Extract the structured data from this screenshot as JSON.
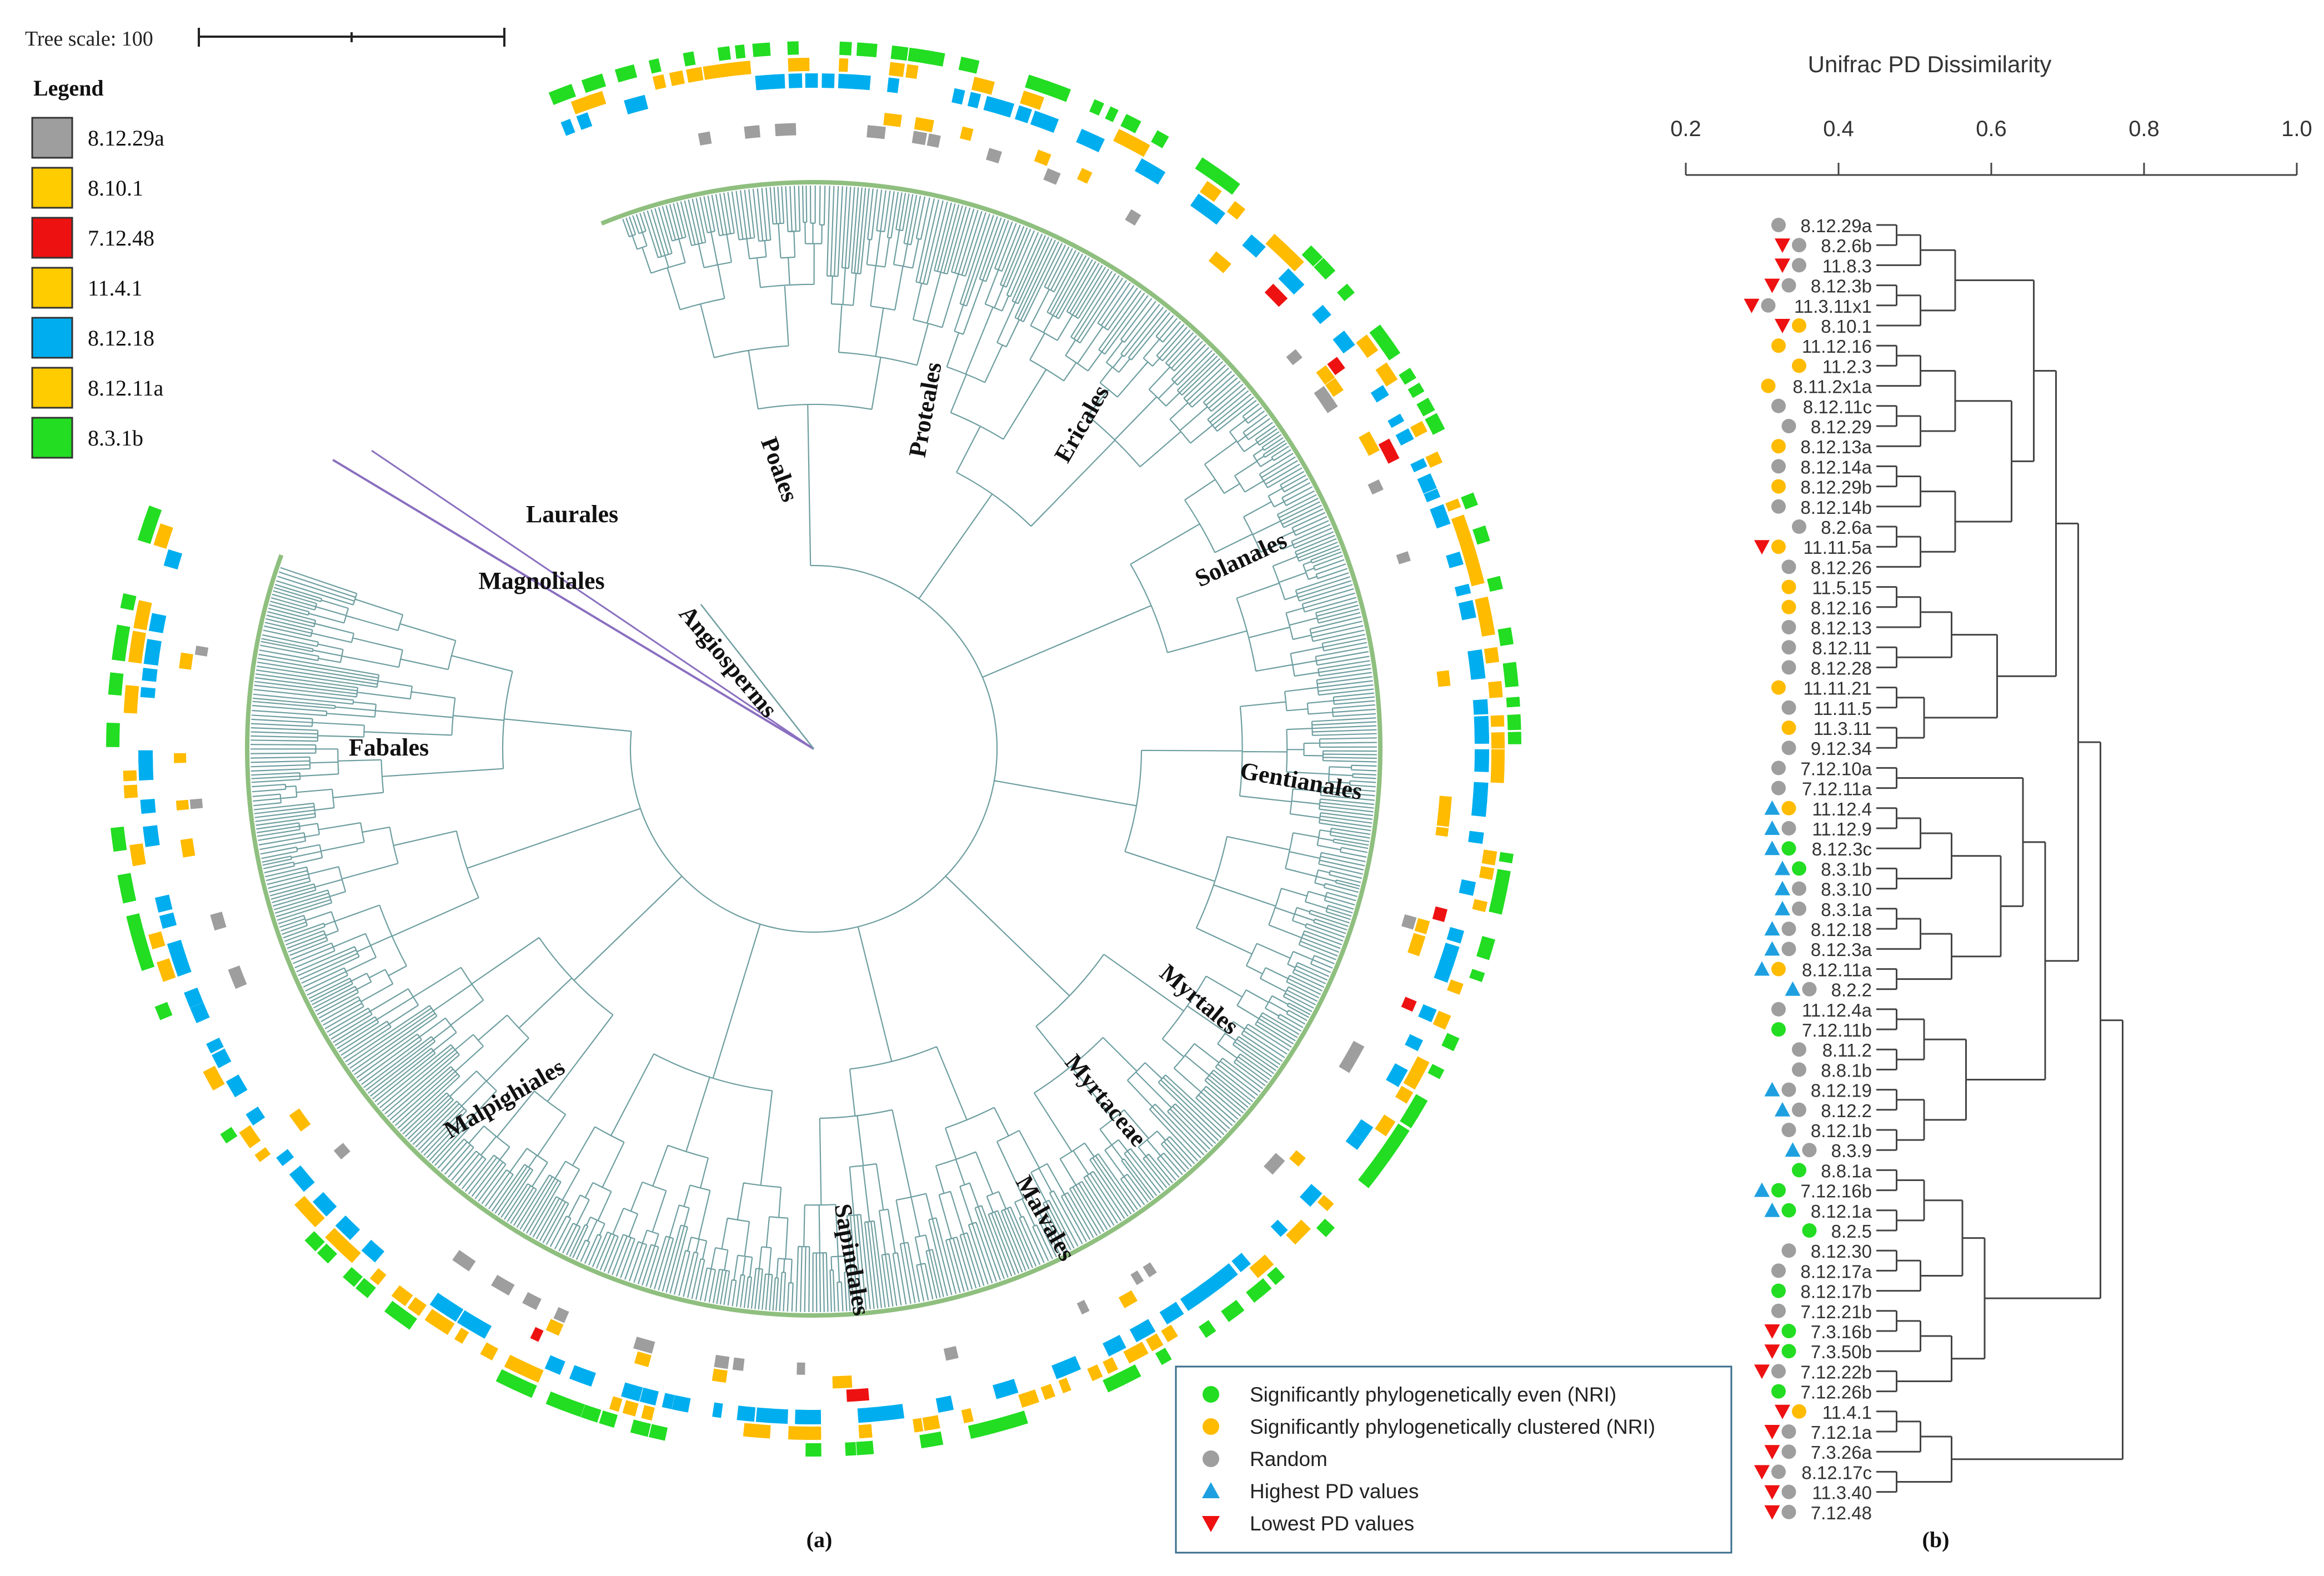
{
  "tree_scale": {
    "label": "Tree scale: 100"
  },
  "legend": {
    "title": "Legend",
    "items": [
      {
        "label": "8.12.29a",
        "color": "#9e9e9e"
      },
      {
        "label": "8.10.1",
        "color": "#ffcc00"
      },
      {
        "label": "7.12.48",
        "color": "#ee1111"
      },
      {
        "label": "11.4.1",
        "color": "#ffcc00"
      },
      {
        "label": "8.12.18",
        "color": "#00aeef"
      },
      {
        "label": "8.12.11a",
        "color": "#ffcc00"
      },
      {
        "label": "8.3.1b",
        "color": "#22dd22"
      }
    ]
  },
  "clades": [
    "Laurales",
    "Magnoliales",
    "Poales",
    "Proteales",
    "Ericales",
    "Solanales",
    "Gentianales",
    "Myrtales",
    "Myrtaceae",
    "Malvales",
    "Sapindales",
    "Malpighiales",
    "Fabales",
    "Angiosperms"
  ],
  "panel_a_label": "(a)",
  "panel_b_label": "(b)",
  "dendrogram": {
    "title": "Unifrac PD Dissimilarity",
    "ticks": [
      "0.2",
      "0.4",
      "0.6",
      "0.8",
      "1.0"
    ],
    "leaves": [
      {
        "label": "8.12.29a",
        "marks": [
          "grey"
        ]
      },
      {
        "label": "8.2.6b",
        "marks": [
          "low",
          "grey"
        ]
      },
      {
        "label": "11.8.3",
        "marks": [
          "low",
          "grey"
        ]
      },
      {
        "label": "8.12.3b",
        "marks": [
          "low",
          "grey"
        ]
      },
      {
        "label": "11.3.11x1",
        "marks": [
          "low",
          "grey"
        ]
      },
      {
        "label": "8.10.1",
        "marks": [
          "low",
          "orange"
        ]
      },
      {
        "label": "11.12.16",
        "marks": [
          "orange"
        ]
      },
      {
        "label": "11.2.3",
        "marks": [
          "orange"
        ]
      },
      {
        "label": "8.11.2x1a",
        "marks": [
          "orange"
        ]
      },
      {
        "label": "8.12.11c",
        "marks": [
          "grey"
        ]
      },
      {
        "label": "8.12.29",
        "marks": [
          "grey"
        ]
      },
      {
        "label": "8.12.13a",
        "marks": [
          "orange"
        ]
      },
      {
        "label": "8.12.14a",
        "marks": [
          "grey"
        ]
      },
      {
        "label": "8.12.29b",
        "marks": [
          "orange"
        ]
      },
      {
        "label": "8.12.14b",
        "marks": [
          "grey"
        ]
      },
      {
        "label": "8.2.6a",
        "marks": [
          "grey"
        ]
      },
      {
        "label": "11.11.5a",
        "marks": [
          "low",
          "orange"
        ]
      },
      {
        "label": "8.12.26",
        "marks": [
          "grey"
        ]
      },
      {
        "label": "11.5.15",
        "marks": [
          "orange"
        ]
      },
      {
        "label": "8.12.16",
        "marks": [
          "orange"
        ]
      },
      {
        "label": "8.12.13",
        "marks": [
          "grey"
        ]
      },
      {
        "label": "8.12.11",
        "marks": [
          "grey"
        ]
      },
      {
        "label": "8.12.28",
        "marks": [
          "grey"
        ]
      },
      {
        "label": "11.11.21",
        "marks": [
          "orange"
        ]
      },
      {
        "label": "11.11.5",
        "marks": [
          "grey"
        ]
      },
      {
        "label": "11.3.11",
        "marks": [
          "orange"
        ]
      },
      {
        "label": "9.12.34",
        "marks": [
          "grey"
        ]
      },
      {
        "label": "7.12.10a",
        "marks": [
          "grey"
        ]
      },
      {
        "label": "7.12.11a",
        "marks": [
          "grey"
        ]
      },
      {
        "label": "11.12.4",
        "marks": [
          "high",
          "orange"
        ]
      },
      {
        "label": "11.12.9",
        "marks": [
          "high",
          "grey"
        ]
      },
      {
        "label": "8.12.3c",
        "marks": [
          "high",
          "green"
        ]
      },
      {
        "label": "8.3.1b",
        "marks": [
          "high",
          "green"
        ]
      },
      {
        "label": "8.3.10",
        "marks": [
          "high",
          "grey"
        ]
      },
      {
        "label": "8.3.1a",
        "marks": [
          "high",
          "grey"
        ]
      },
      {
        "label": "8.12.18",
        "marks": [
          "high",
          "grey"
        ]
      },
      {
        "label": "8.12.3a",
        "marks": [
          "high",
          "grey"
        ]
      },
      {
        "label": "8.12.11a",
        "marks": [
          "high",
          "orange"
        ]
      },
      {
        "label": "8.2.2",
        "marks": [
          "high",
          "grey"
        ]
      },
      {
        "label": "11.12.4a",
        "marks": [
          "grey"
        ]
      },
      {
        "label": "7.12.11b",
        "marks": [
          "green"
        ]
      },
      {
        "label": "8.11.2",
        "marks": [
          "grey"
        ]
      },
      {
        "label": "8.8.1b",
        "marks": [
          "grey"
        ]
      },
      {
        "label": "8.12.19",
        "marks": [
          "high",
          "grey"
        ]
      },
      {
        "label": "8.12.2",
        "marks": [
          "high",
          "grey"
        ]
      },
      {
        "label": "8.12.1b",
        "marks": [
          "grey"
        ]
      },
      {
        "label": "8.3.9",
        "marks": [
          "high",
          "grey"
        ]
      },
      {
        "label": "8.8.1a",
        "marks": [
          "green"
        ]
      },
      {
        "label": "7.12.16b",
        "marks": [
          "high",
          "green"
        ]
      },
      {
        "label": "8.12.1a",
        "marks": [
          "high",
          "green"
        ]
      },
      {
        "label": "8.2.5",
        "marks": [
          "green"
        ]
      },
      {
        "label": "8.12.30",
        "marks": [
          "grey"
        ]
      },
      {
        "label": "8.12.17a",
        "marks": [
          "grey"
        ]
      },
      {
        "label": "8.12.17b",
        "marks": [
          "green"
        ]
      },
      {
        "label": "7.12.21b",
        "marks": [
          "grey"
        ]
      },
      {
        "label": "7.3.16b",
        "marks": [
          "low",
          "green"
        ]
      },
      {
        "label": "7.3.50b",
        "marks": [
          "low",
          "green"
        ]
      },
      {
        "label": "7.12.22b",
        "marks": [
          "low",
          "grey"
        ]
      },
      {
        "label": "7.12.26b",
        "marks": [
          "green"
        ]
      },
      {
        "label": "11.4.1",
        "marks": [
          "low",
          "orange"
        ]
      },
      {
        "label": "7.12.1a",
        "marks": [
          "low",
          "grey"
        ]
      },
      {
        "label": "7.3.26a",
        "marks": [
          "low",
          "grey"
        ]
      },
      {
        "label": "8.12.17c",
        "marks": [
          "low",
          "grey"
        ]
      },
      {
        "label": "11.3.40",
        "marks": [
          "low",
          "grey"
        ]
      },
      {
        "label": "7.12.48",
        "marks": [
          "low",
          "grey"
        ]
      }
    ]
  },
  "key": {
    "items": [
      {
        "label": "Significantly phylogenetically even (NRI)",
        "shape": "circle",
        "color": "#22dd22"
      },
      {
        "label": "Significantly phylogenetically clustered (NRI)",
        "shape": "circle",
        "color": "#ffbb00"
      },
      {
        "label": "Random",
        "shape": "circle",
        "color": "#9e9e9e"
      },
      {
        "label": "Highest PD values",
        "shape": "triangle-up",
        "color": "#1ea0e0"
      },
      {
        "label": "Lowest PD values",
        "shape": "triangle-down",
        "color": "#ee1111"
      }
    ]
  },
  "colors": {
    "grey": "#9e9e9e",
    "orange": "#ffbb00",
    "green": "#22dd22",
    "blue": "#00aeef",
    "red": "#ee1111",
    "high": "#1ea0e0",
    "low": "#ee1111",
    "branch": "#6e9ea0",
    "tip": "#8fbf7f",
    "dendro": "#444444"
  }
}
